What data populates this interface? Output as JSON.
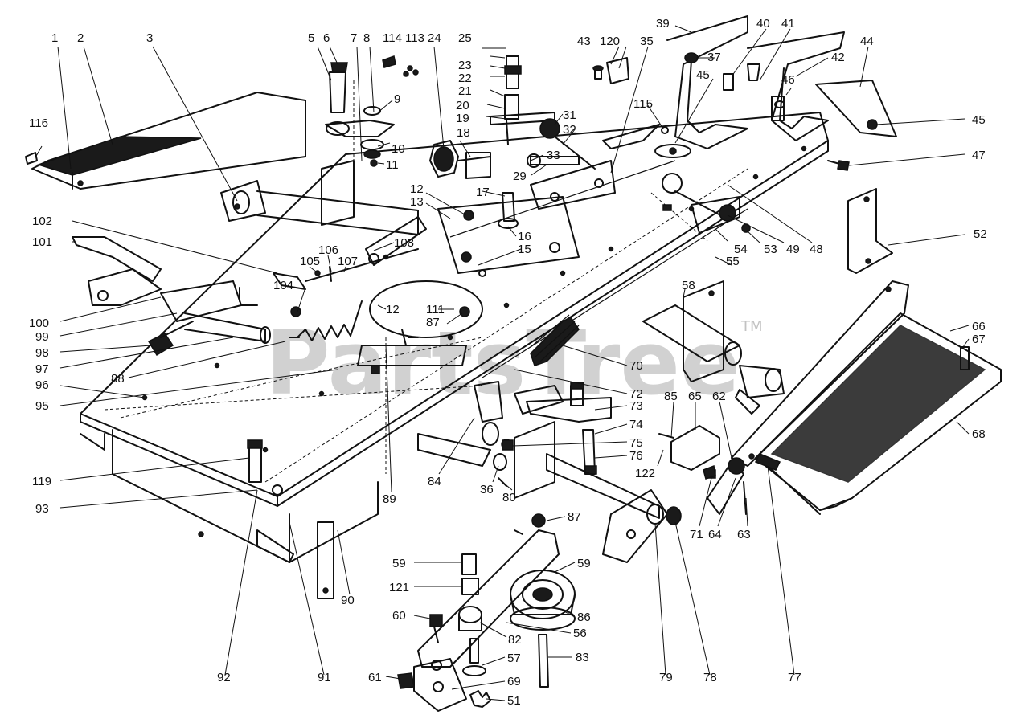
{
  "watermark": {
    "text": "PartsTree",
    "trademark": "TM"
  },
  "callouts": [
    {
      "id": "c1",
      "text": "1"
    },
    {
      "id": "c2",
      "text": "2"
    },
    {
      "id": "c3",
      "text": "3"
    },
    {
      "id": "c5",
      "text": "5"
    },
    {
      "id": "c6",
      "text": "6"
    },
    {
      "id": "c7",
      "text": "7"
    },
    {
      "id": "c8",
      "text": "8"
    },
    {
      "id": "c114",
      "text": "114"
    },
    {
      "id": "c113",
      "text": "113"
    },
    {
      "id": "c24",
      "text": "24"
    },
    {
      "id": "c25",
      "text": "25"
    },
    {
      "id": "c23",
      "text": "23"
    },
    {
      "id": "c22",
      "text": "22"
    },
    {
      "id": "c21",
      "text": "21"
    },
    {
      "id": "c20",
      "text": "20"
    },
    {
      "id": "c19",
      "text": "19"
    },
    {
      "id": "c9",
      "text": "9"
    },
    {
      "id": "c10",
      "text": "10"
    },
    {
      "id": "c11",
      "text": "11"
    },
    {
      "id": "c43",
      "text": "43"
    },
    {
      "id": "c120",
      "text": "120"
    },
    {
      "id": "c35",
      "text": "35"
    },
    {
      "id": "c39",
      "text": "39"
    },
    {
      "id": "c40",
      "text": "40"
    },
    {
      "id": "c41",
      "text": "41"
    },
    {
      "id": "c44",
      "text": "44"
    },
    {
      "id": "c37",
      "text": "37"
    },
    {
      "id": "c45a",
      "text": "45"
    },
    {
      "id": "c42",
      "text": "42"
    },
    {
      "id": "c46",
      "text": "46"
    },
    {
      "id": "c45b",
      "text": "45"
    },
    {
      "id": "c116",
      "text": "116"
    },
    {
      "id": "c31",
      "text": "31"
    },
    {
      "id": "c32",
      "text": "32"
    },
    {
      "id": "c115",
      "text": "115"
    },
    {
      "id": "c18",
      "text": "18"
    },
    {
      "id": "c33",
      "text": "33"
    },
    {
      "id": "c29",
      "text": "29"
    },
    {
      "id": "c47",
      "text": "47"
    },
    {
      "id": "c17",
      "text": "17"
    },
    {
      "id": "c12a",
      "text": "12"
    },
    {
      "id": "c13",
      "text": "13"
    },
    {
      "id": "c102",
      "text": "102"
    },
    {
      "id": "c101",
      "text": "101"
    },
    {
      "id": "c108",
      "text": "108"
    },
    {
      "id": "c16",
      "text": "16"
    },
    {
      "id": "c15",
      "text": "15"
    },
    {
      "id": "c54",
      "text": "54"
    },
    {
      "id": "c53",
      "text": "53"
    },
    {
      "id": "c49",
      "text": "49"
    },
    {
      "id": "c48",
      "text": "48"
    },
    {
      "id": "c52",
      "text": "52"
    },
    {
      "id": "c106",
      "text": "106"
    },
    {
      "id": "c105",
      "text": "105"
    },
    {
      "id": "c107",
      "text": "107"
    },
    {
      "id": "c55",
      "text": "55"
    },
    {
      "id": "c104",
      "text": "104"
    },
    {
      "id": "c100",
      "text": "100"
    },
    {
      "id": "c12b",
      "text": "12"
    },
    {
      "id": "c111",
      "text": "111"
    },
    {
      "id": "c87a",
      "text": "87"
    },
    {
      "id": "c58",
      "text": "58"
    },
    {
      "id": "c99",
      "text": "99"
    },
    {
      "id": "c98",
      "text": "98"
    },
    {
      "id": "c66",
      "text": "66"
    },
    {
      "id": "c67",
      "text": "67"
    },
    {
      "id": "c97",
      "text": "97"
    },
    {
      "id": "c88",
      "text": "88"
    },
    {
      "id": "c70",
      "text": "70"
    },
    {
      "id": "c96",
      "text": "96"
    },
    {
      "id": "c72",
      "text": "72"
    },
    {
      "id": "c95",
      "text": "95"
    },
    {
      "id": "c73",
      "text": "73"
    },
    {
      "id": "c85",
      "text": "85"
    },
    {
      "id": "c65",
      "text": "65"
    },
    {
      "id": "c62",
      "text": "62"
    },
    {
      "id": "c74",
      "text": "74"
    },
    {
      "id": "c68",
      "text": "68"
    },
    {
      "id": "c75",
      "text": "75"
    },
    {
      "id": "c76",
      "text": "76"
    },
    {
      "id": "c122",
      "text": "122"
    },
    {
      "id": "c119",
      "text": "119"
    },
    {
      "id": "c84",
      "text": "84"
    },
    {
      "id": "c36",
      "text": "36"
    },
    {
      "id": "c89",
      "text": "89"
    },
    {
      "id": "c80",
      "text": "80"
    },
    {
      "id": "c71",
      "text": "71"
    },
    {
      "id": "c64",
      "text": "64"
    },
    {
      "id": "c63",
      "text": "63"
    },
    {
      "id": "c93",
      "text": "93"
    },
    {
      "id": "c87b",
      "text": "87"
    },
    {
      "id": "c59a",
      "text": "59"
    },
    {
      "id": "c59b",
      "text": "59"
    },
    {
      "id": "c121",
      "text": "121"
    },
    {
      "id": "c90",
      "text": "90"
    },
    {
      "id": "c60",
      "text": "60"
    },
    {
      "id": "c86",
      "text": "86"
    },
    {
      "id": "c82",
      "text": "82"
    },
    {
      "id": "c56",
      "text": "56"
    },
    {
      "id": "c57",
      "text": "57"
    },
    {
      "id": "c83",
      "text": "83"
    },
    {
      "id": "c92",
      "text": "92"
    },
    {
      "id": "c91",
      "text": "91"
    },
    {
      "id": "c61",
      "text": "61"
    },
    {
      "id": "c69",
      "text": "69"
    },
    {
      "id": "c79",
      "text": "79"
    },
    {
      "id": "c78",
      "text": "78"
    },
    {
      "id": "c77",
      "text": "77"
    },
    {
      "id": "c51",
      "text": "51"
    }
  ]
}
